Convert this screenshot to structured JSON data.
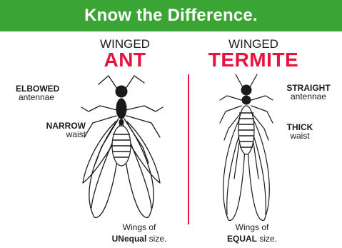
{
  "banner": {
    "title": "Know the Difference.",
    "background": "#3aa535"
  },
  "accent_color": "#e8123f",
  "ant": {
    "kicker": "WINGED",
    "name": "ANT",
    "antennae": {
      "strong": "ELBOWED",
      "sub": "antennae"
    },
    "waist": {
      "strong": "NARROW",
      "sub": "waist"
    },
    "wings_line1": "Wings of",
    "wings_strong": "UNequal",
    "wings_rest": " size."
  },
  "termite": {
    "kicker": "WINGED",
    "name": "TERMITE",
    "antennae": {
      "strong": "STRAIGHT",
      "sub": "antennae"
    },
    "waist": {
      "strong": "THICK",
      "sub": "waist"
    },
    "wings_line1": "Wings of",
    "wings_strong": "EQUAL",
    "wings_rest": " size."
  }
}
